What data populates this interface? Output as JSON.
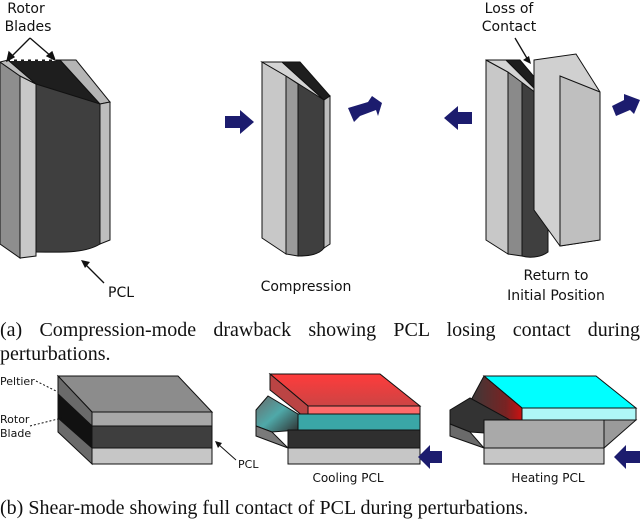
{
  "panel_a": {
    "labels": {
      "rotor_blades_line1": "Rotor",
      "rotor_blades_line2": "Blades",
      "loss_line1": "Loss of",
      "loss_line2": "Contact",
      "pcl": "PCL",
      "compression": "Compression",
      "return_line1": "Return to",
      "return_line2": "Initial Position"
    },
    "caption": "(a) Compression-mode drawback showing PCL losing contact during perturbations."
  },
  "panel_b": {
    "labels": {
      "peltier": "Peltier",
      "rotor_line1": "Rotor",
      "rotor_line2": "Blade",
      "pcl": "PCL",
      "cooling": "Cooling PCL",
      "heating": "Heating PCL"
    },
    "caption": "(b) Shear-mode showing full contact of PCL during perturbations."
  },
  "colors": {
    "arrow": "#1c1c6e",
    "cooling_top": "#ff0000",
    "heating_top": "#00ffff",
    "blade_light": "#c8c8c8",
    "pcl_dark": "#3f3f3f"
  }
}
